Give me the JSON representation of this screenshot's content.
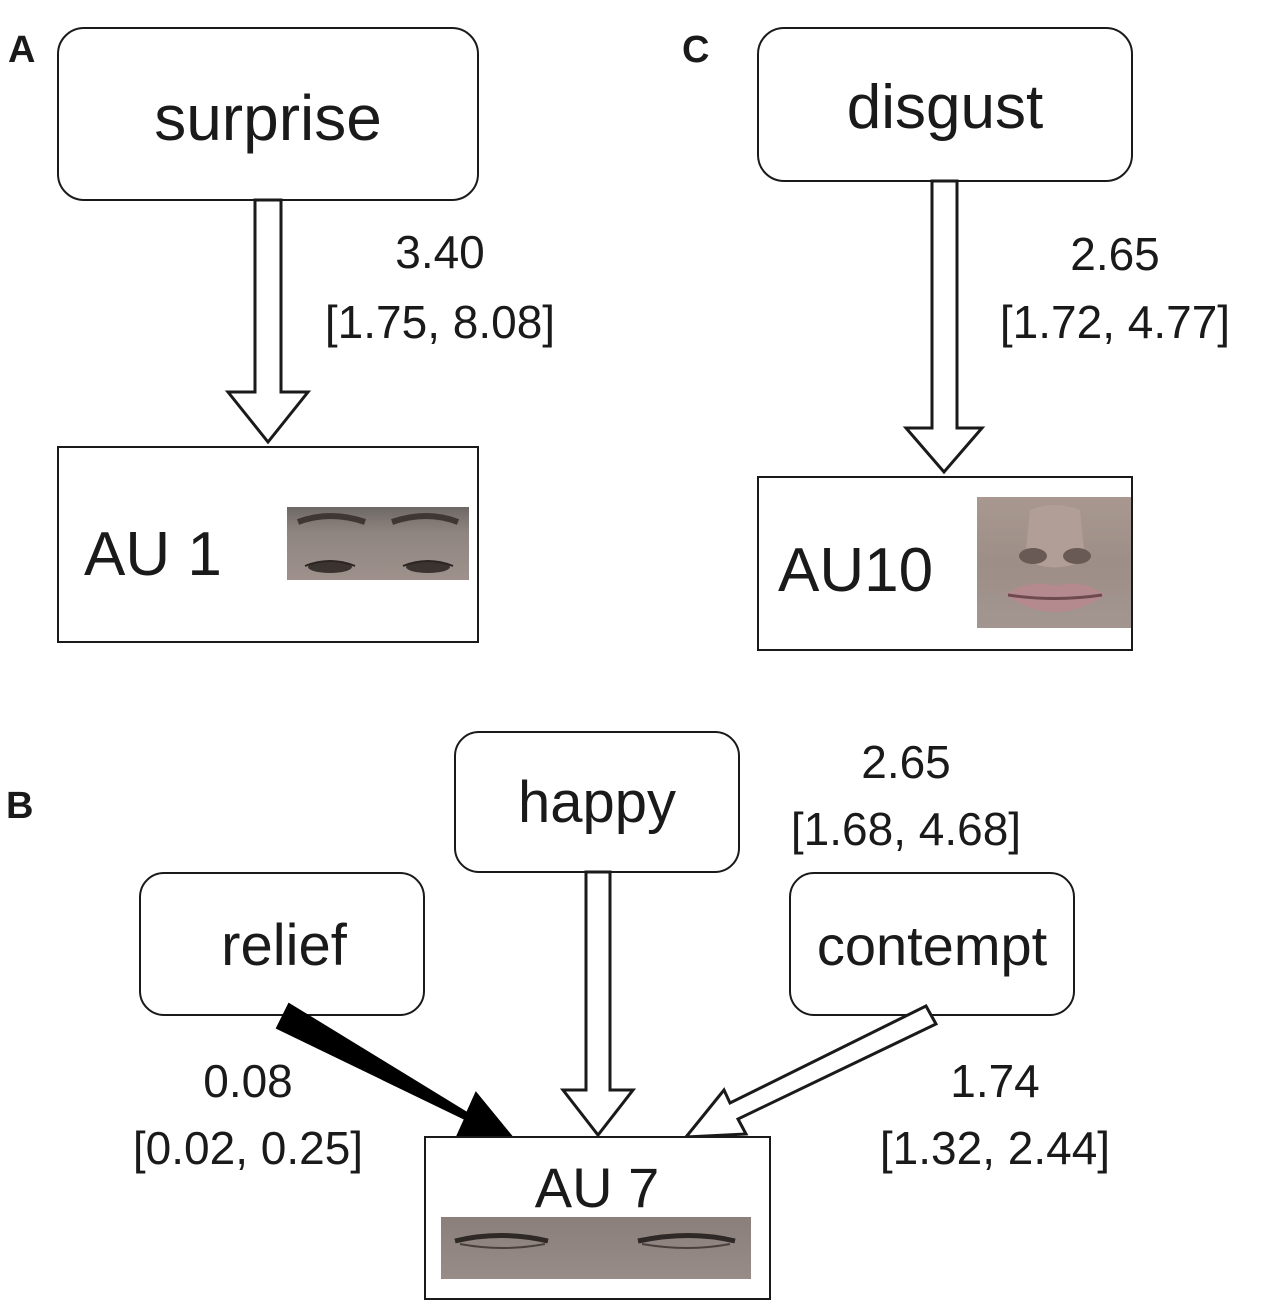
{
  "panel_labels": {
    "a": "A",
    "b": "B",
    "c": "C"
  },
  "panel_a": {
    "emotion": "surprise",
    "action_unit": "AU 1",
    "odds_ratio": "3.40",
    "ci": "[1.75, 8.08]"
  },
  "panel_c": {
    "emotion": "disgust",
    "action_unit": "AU10",
    "odds_ratio": "2.65",
    "ci": "[1.72, 4.77]"
  },
  "panel_b": {
    "action_unit": "AU 7",
    "relief": {
      "label": "relief",
      "odds_ratio": "0.08",
      "ci": "[0.02, 0.25]"
    },
    "happy": {
      "label": "happy",
      "odds_ratio": "2.65",
      "ci": "[1.68, 4.68]"
    },
    "contempt": {
      "label": "contempt",
      "odds_ratio": "1.74",
      "ci": "[1.32, 2.44]"
    }
  },
  "colors": {
    "stroke": "#1a1a1a",
    "skin": "#9a8e8a",
    "skin_dark": "#6a5f5a",
    "lip": "#b58a8e"
  }
}
